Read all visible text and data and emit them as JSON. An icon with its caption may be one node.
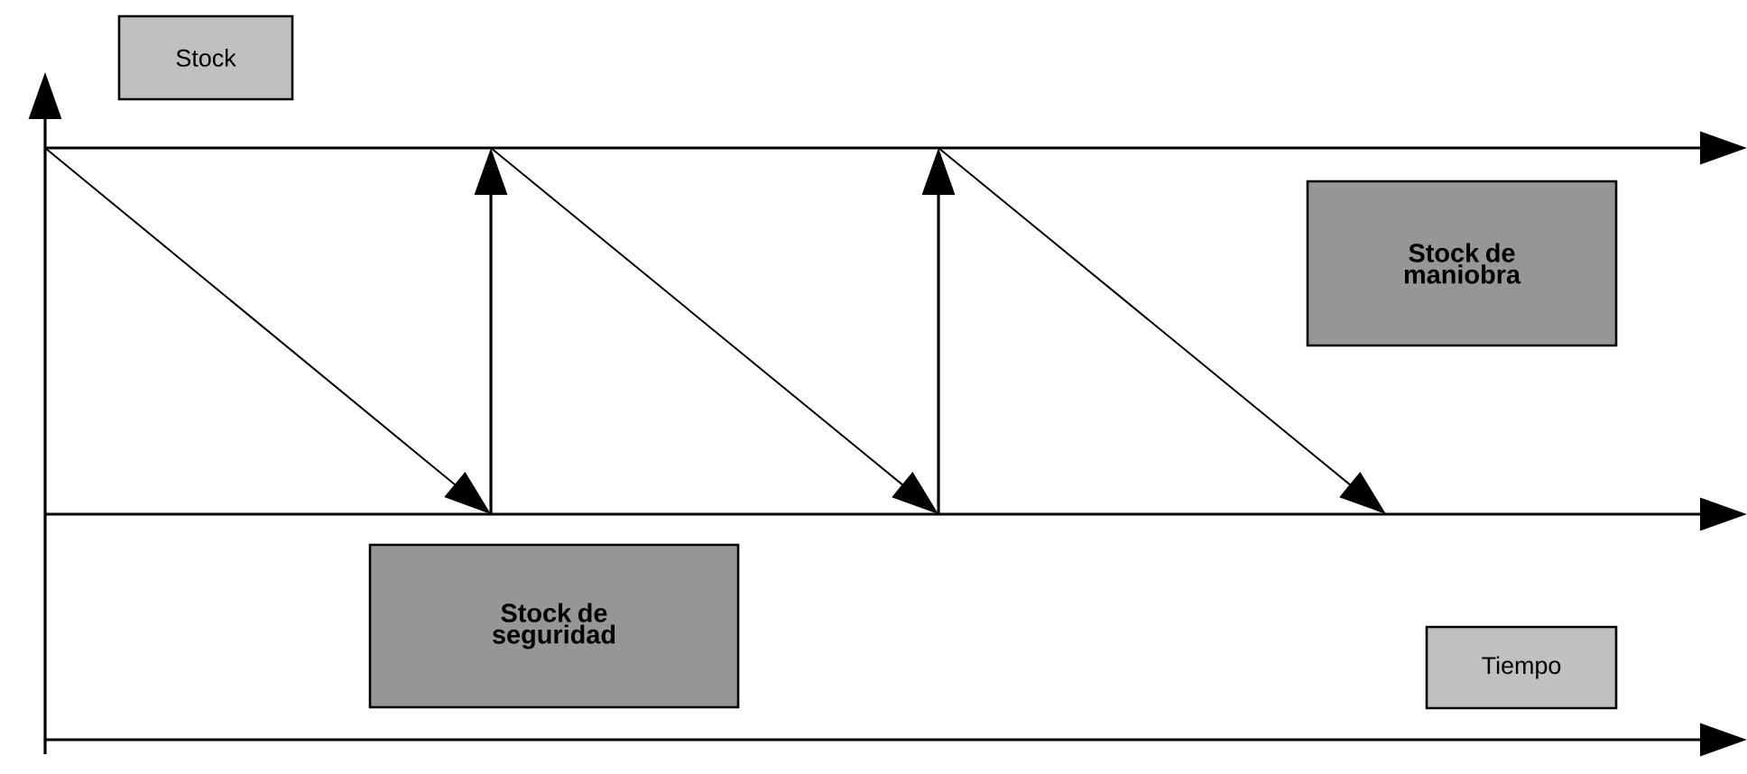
{
  "diagram": {
    "nodes": [
      {
        "text": [
          "Stock"
        ]
      },
      {
        "text": [
          "Stock de maniobra"
        ]
      },
      {
        "text": [
          "Stock de seguridad"
        ]
      },
      {
        "text": [
          "Tiempo"
        ]
      }
    ]
  }
}
